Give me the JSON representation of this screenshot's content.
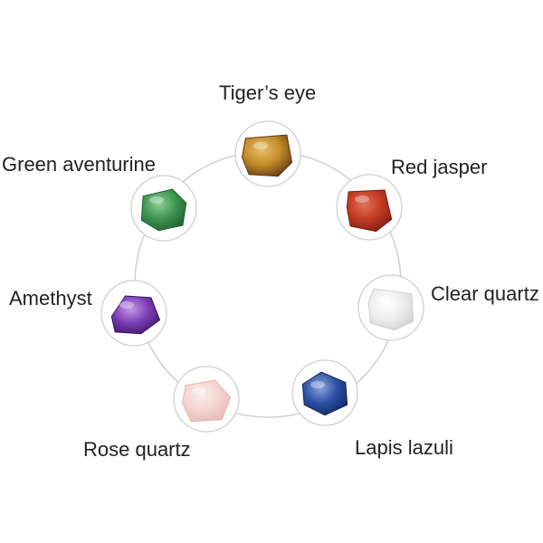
{
  "stones": [
    {
      "id": "tigers-eye",
      "label": "Tiger’s eye",
      "colors": [
        "#5a3612",
        "#c38a2a",
        "#e9c16a"
      ]
    },
    {
      "id": "red-jasper",
      "label": "Red jasper",
      "colors": [
        "#7a1d10",
        "#c33a22",
        "#e2715a"
      ]
    },
    {
      "id": "clear-quartz",
      "label": "Clear quartz",
      "colors": [
        "#cfcfcf",
        "#eeeeee",
        "#ffffff"
      ]
    },
    {
      "id": "lapis-lazuli",
      "label": "Lapis lazuli",
      "colors": [
        "#13245e",
        "#2d4fa4",
        "#8fa6d8"
      ]
    },
    {
      "id": "rose-quartz",
      "label": "Rose quartz",
      "colors": [
        "#e6b6b2",
        "#f4d4d1",
        "#fbeeec"
      ]
    },
    {
      "id": "amethyst",
      "label": "Amethyst",
      "colors": [
        "#3a1366",
        "#7b3db4",
        "#c499e6"
      ]
    },
    {
      "id": "green-aventurine",
      "label": "Green aventurine",
      "colors": [
        "#1f5d2c",
        "#3d944f",
        "#8fd09a"
      ]
    }
  ],
  "colors": {
    "ring": "#d0d0d0",
    "node_border": "#cfcfcf",
    "text": "#222222"
  }
}
